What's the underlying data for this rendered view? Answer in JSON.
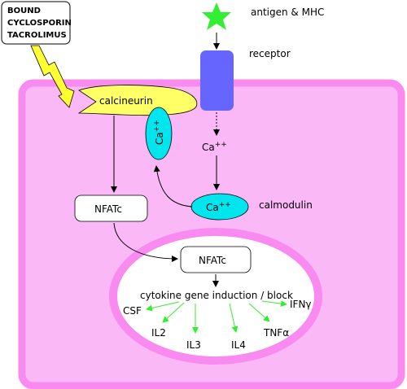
{
  "colors": {
    "cell_fill": "#FBB8F6",
    "cell_border": "#F98BF0",
    "nucleus_fill": "#FFFFFF",
    "calcineurin_fill": "#FFFF66",
    "calcium_fill": "#00E5EE",
    "receptor_fill": "#6666FF",
    "antigen_fill": "#33EE33",
    "green_arrow": "#33EE33",
    "bolt_fill": "#FFFF33"
  },
  "drug_box": {
    "line1": "BOUND",
    "line2": "CYCLOSPORIN",
    "line3": "TACROLIMUS"
  },
  "labels": {
    "antigen": "antigen & MHC",
    "receptor": "receptor",
    "calcineurin": "calcineurin",
    "calmodulin": "calmodulin",
    "nfatc_cytoplasm": "NFATc",
    "nfatc_nucleus": "NFATc",
    "induction": "cytokine gene induction / block"
  },
  "calcium": {
    "symbol": "Ca",
    "charge": "++"
  },
  "cytokines": {
    "csf": "CSF",
    "il2": "IL2",
    "il3": "IL3",
    "il4": "IL4",
    "tnf": "TNFα",
    "ifn": "IFNγ"
  }
}
